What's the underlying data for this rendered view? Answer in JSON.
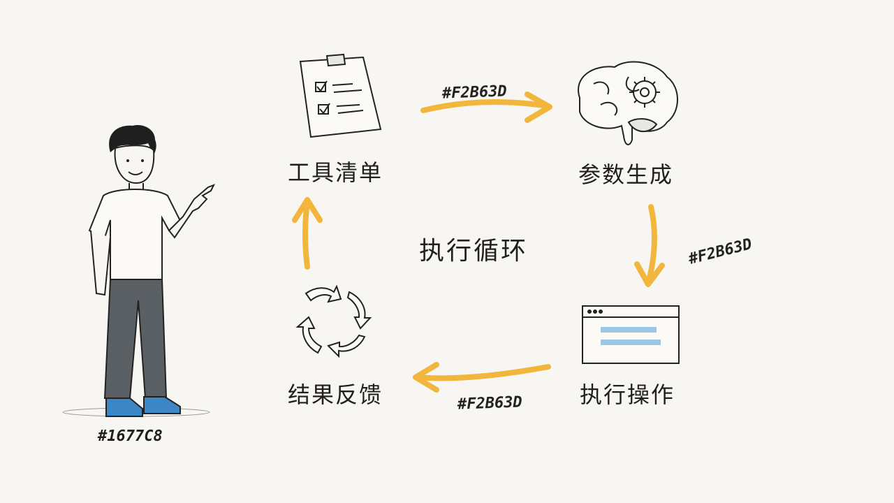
{
  "center_title": "执行循环",
  "nodes": [
    {
      "label": "工具清单",
      "icon": "clipboard-checklist-icon"
    },
    {
      "label": "参数生成",
      "icon": "brain-gear-icon"
    },
    {
      "label": "执行操作",
      "icon": "browser-window-icon"
    },
    {
      "label": "结果反馈",
      "icon": "cycle-arrows-icon"
    }
  ],
  "arrows": [
    {
      "color_label": "#F2B63D",
      "color": "#F2B63D"
    },
    {
      "color_label": "#F2B63D",
      "color": "#F2B63D"
    },
    {
      "color_label": "#F2B63D",
      "color": "#F2B63D"
    }
  ],
  "person": {
    "color_label": "#1677C8",
    "accent": "#1677C8"
  },
  "colors": {
    "arrow": "#F2B63D",
    "ink": "#222222",
    "pants": "#5a5f63",
    "background": "#f7f6f3"
  }
}
